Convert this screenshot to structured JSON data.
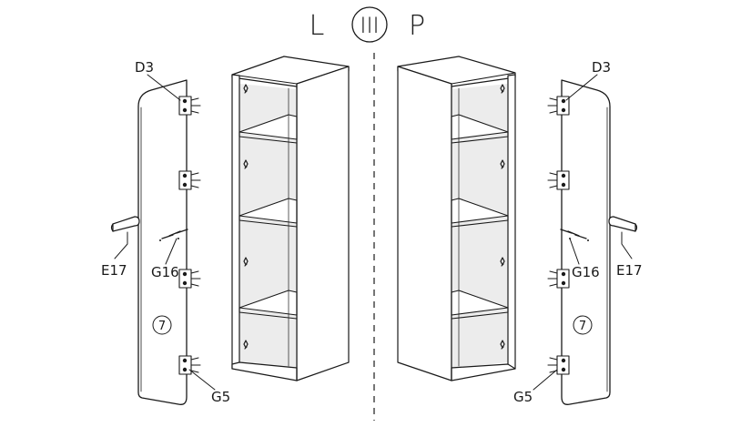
{
  "header": {
    "left_side_label": "L",
    "center_symbol": "III",
    "right_side_label": "P"
  },
  "left_assembly": {
    "hinge_label": "D3",
    "handle_label": "E17",
    "screw_label": "G16",
    "bottom_hinge_label": "G5",
    "door_number": "7"
  },
  "right_assembly": {
    "hinge_label": "D3",
    "handle_label": "E17",
    "screw_label": "G16",
    "bottom_hinge_label": "G5",
    "door_number": "7"
  },
  "colors": {
    "line": "#1a1a1a",
    "shelf_shade": "#ececec",
    "background": "#ffffff"
  }
}
